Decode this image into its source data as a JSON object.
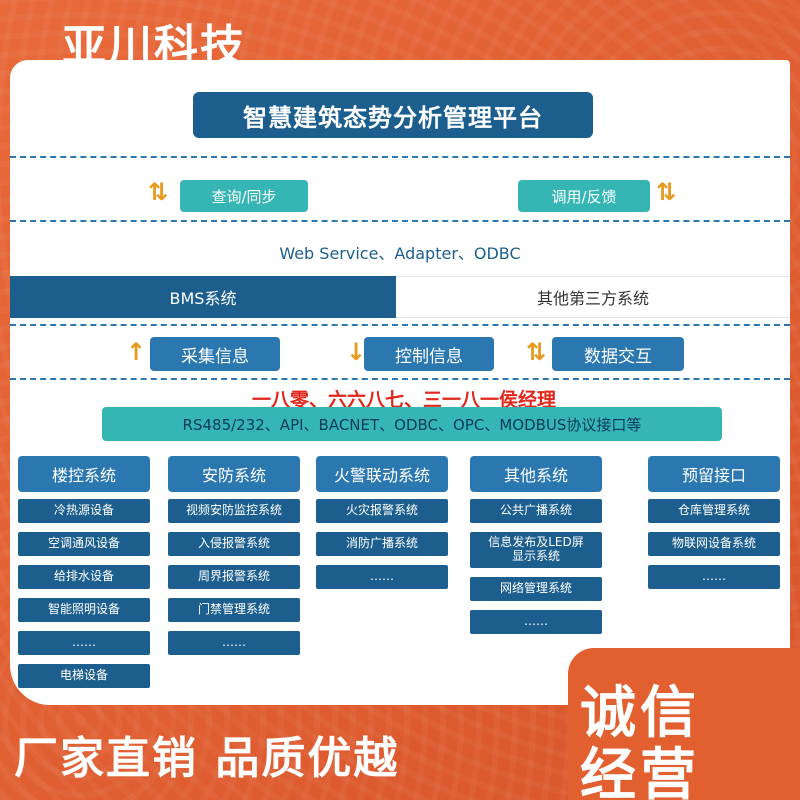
{
  "brand": "亚川科技",
  "title": "智慧建筑态势分析管理平台",
  "upper_buttons": [
    "查询/同步",
    "调用/反馈"
  ],
  "middleware": "Web Service、Adapter、ODBC",
  "bms": "BMS系统",
  "third_party": "其他第三方系统",
  "mid_buttons": [
    "采集信息",
    "控制信息",
    "数据交互"
  ],
  "red_text": "一八零、六六八七、三一八一侯经理",
  "protocol": "RS485/232、API、BACNET、ODBC、OPC、MODBUS协议接口等",
  "columns": [
    {
      "head": "楼控系统",
      "items": [
        "冷热源设备",
        "空调通风设备",
        "给排水设备",
        "智能照明设备",
        "……",
        "电梯设备"
      ]
    },
    {
      "head": "安防系统",
      "items": [
        "视频安防监控系统",
        "入侵报警系统",
        "周界报警系统",
        "门禁管理系统",
        "……"
      ]
    },
    {
      "head": "火警联动系统",
      "items": [
        "火灾报警系统",
        "消防广播系统",
        "……"
      ]
    },
    {
      "head": "其他系统",
      "items": [
        "公共广播系统",
        "信息发布及LED屏显示系统",
        "网络管理系统",
        "……"
      ]
    },
    {
      "head": "预留接口",
      "items": [
        "仓库管理系统",
        "物联网设备系统",
        "……"
      ]
    }
  ],
  "slogan_right": [
    "诚信",
    "经营"
  ],
  "slogan_bottom": "厂家直销 品质优越",
  "colors": {
    "orange": "#e2602f",
    "navy": "#1c5f8e",
    "blue": "#2b78b0",
    "teal": "#35b6b5",
    "red": "#e0271b"
  }
}
